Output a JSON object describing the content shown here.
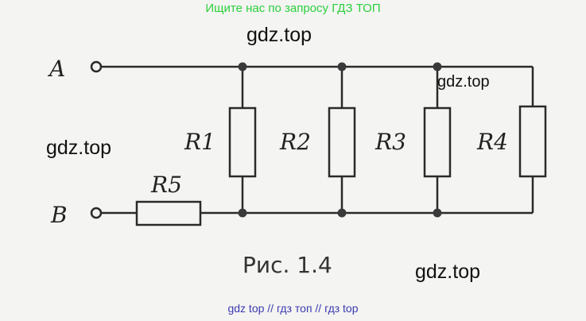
{
  "banner": "Ищите нас по запросу ГДЗ ТОП",
  "footer": "gdz top  //  гдз топ  //  гдз top",
  "watermarks": [
    "gdz.top",
    "gdz.top",
    "gdz.top",
    "gdz.top"
  ],
  "terminals": {
    "a": "A",
    "b": "B"
  },
  "resistors": {
    "r1": "R1",
    "r2": "R2",
    "r3": "R3",
    "r4": "R4",
    "r5": "R5"
  },
  "caption": "Рис. 1.4"
}
